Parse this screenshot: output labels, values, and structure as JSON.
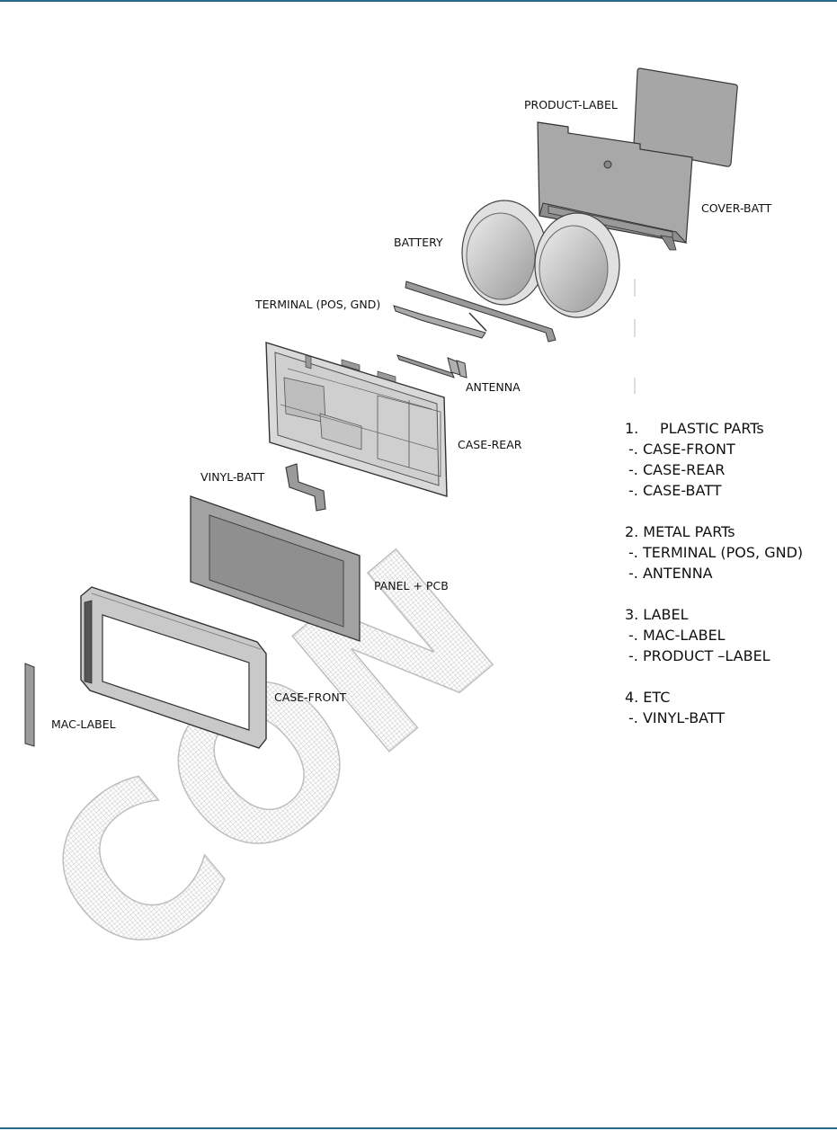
{
  "colors": {
    "rule": "#2b6a8a",
    "part_fill": "#a3a3a3",
    "part_stroke": "#3a3a3a",
    "watermark": "#cfcfcf"
  },
  "watermark_text": "CON",
  "callouts": {
    "product_label": "PRODUCT-LABEL",
    "cover_batt": "COVER-BATT",
    "battery": "BATTERY",
    "terminal": "TERMINAL (POS, GND)",
    "antenna": "ANTENNA",
    "case_rear": "CASE-REAR",
    "vinyl_batt": "VINYL-BATT",
    "panel_pcb": "PANEL + PCB",
    "case_front": "CASE-FRONT",
    "mac_label": "MAC-LABEL"
  },
  "legend": [
    {
      "number": "1.",
      "title": "PLASTIC PARTs",
      "items": [
        "-. CASE-FRONT",
        "-. CASE-REAR",
        "-. CASE-BATT"
      ]
    },
    {
      "number": "2.",
      "title": "METAL PARTs",
      "items": [
        "-. TERMINAL (POS, GND)",
        "-. ANTENNA"
      ]
    },
    {
      "number": "3.",
      "title": "LABEL",
      "items": [
        "-. MAC-LABEL",
        "-. PRODUCT –LABEL"
      ]
    },
    {
      "number": "4.",
      "title": "ETC",
      "items": [
        "-. VINYL-BATT"
      ]
    }
  ]
}
